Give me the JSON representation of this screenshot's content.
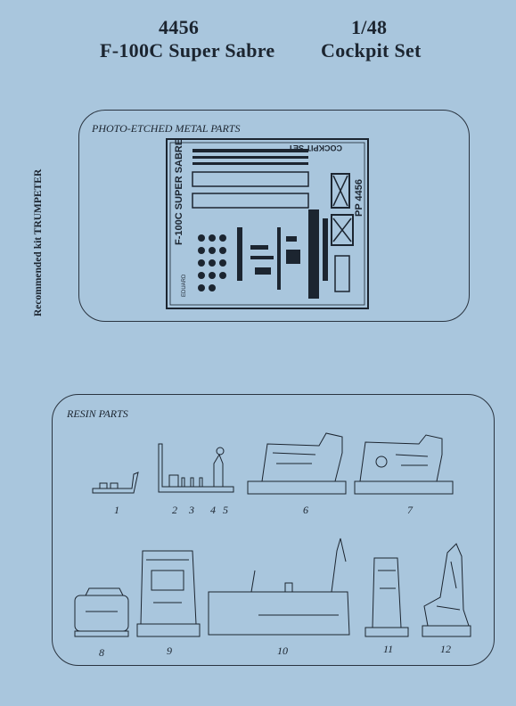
{
  "header": {
    "code": "4456",
    "scale": "1/48",
    "name": "F-100C Super Sabre",
    "type": "Cockpit Set"
  },
  "sidebar": {
    "recommended": "Recommended kit TRUMPETER"
  },
  "photo_etched": {
    "title": "PHOTO-ETCHED METAL PARTS",
    "fret_label": "F-100C SUPER SABRE",
    "fret_cockpit": "COCKPIT SET",
    "fret_code": "PP 4456",
    "fret_brand": "EDUARD"
  },
  "resin": {
    "title": "RESIN PARTS",
    "parts": [
      "1",
      "2",
      "3",
      "4",
      "5",
      "6",
      "7",
      "8",
      "9",
      "10",
      "11",
      "12"
    ]
  }
}
